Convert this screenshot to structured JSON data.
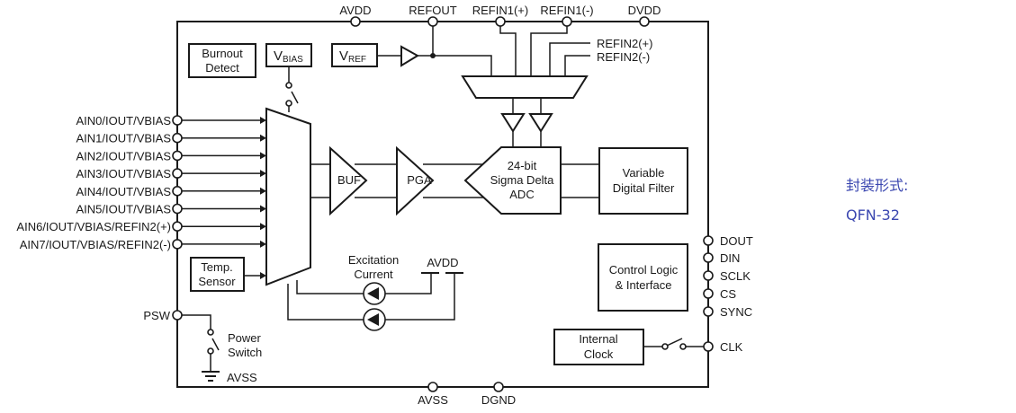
{
  "top_pins": [
    "AVDD",
    "REFOUT",
    "REFIN1(+)",
    "REFIN1(-)",
    "DVDD"
  ],
  "refin2_labels": [
    "REFIN2(+)",
    "REFIN2(-)"
  ],
  "left_pins": [
    "AIN0/IOUT/VBIAS",
    "AIN1/IOUT/VBIAS",
    "AIN2/IOUT/VBIAS",
    "AIN3/IOUT/VBIAS",
    "AIN4/IOUT/VBIAS",
    "AIN5/IOUT/VBIAS",
    "AIN6/IOUT/VBIAS/REFIN2(+)",
    "AIN7/IOUT/VBIAS/REFIN2(-)"
  ],
  "psw_pin": "PSW",
  "right_pins": [
    "DOUT",
    "DIN",
    "SCLK",
    "CS",
    "SYNC",
    "CLK"
  ],
  "bottom_pins": [
    "AVSS",
    "DGND"
  ],
  "blocks": {
    "burnout": [
      "Burnout",
      "Detect"
    ],
    "vbias": {
      "main": "V",
      "sub": "BIAS"
    },
    "vref": {
      "main": "V",
      "sub": "REF"
    },
    "temp": [
      "Temp.",
      "Sensor"
    ],
    "buf": "BUF",
    "pga": "PGA",
    "adc": [
      "24-bit",
      "Sigma Delta",
      "ADC"
    ],
    "filter": [
      "Variable",
      "Digital Filter"
    ],
    "control": [
      "Control Logic",
      "& Interface"
    ],
    "clock": [
      "Internal",
      "Clock"
    ]
  },
  "excitation": {
    "label": [
      "Excitation",
      "Current"
    ],
    "supply": "AVDD"
  },
  "power_switch": {
    "label": [
      "Power",
      "Switch"
    ],
    "ground": "AVSS"
  },
  "package": {
    "label": "封装形式:",
    "value": "QFN-32",
    "color": "#3b47b0"
  }
}
